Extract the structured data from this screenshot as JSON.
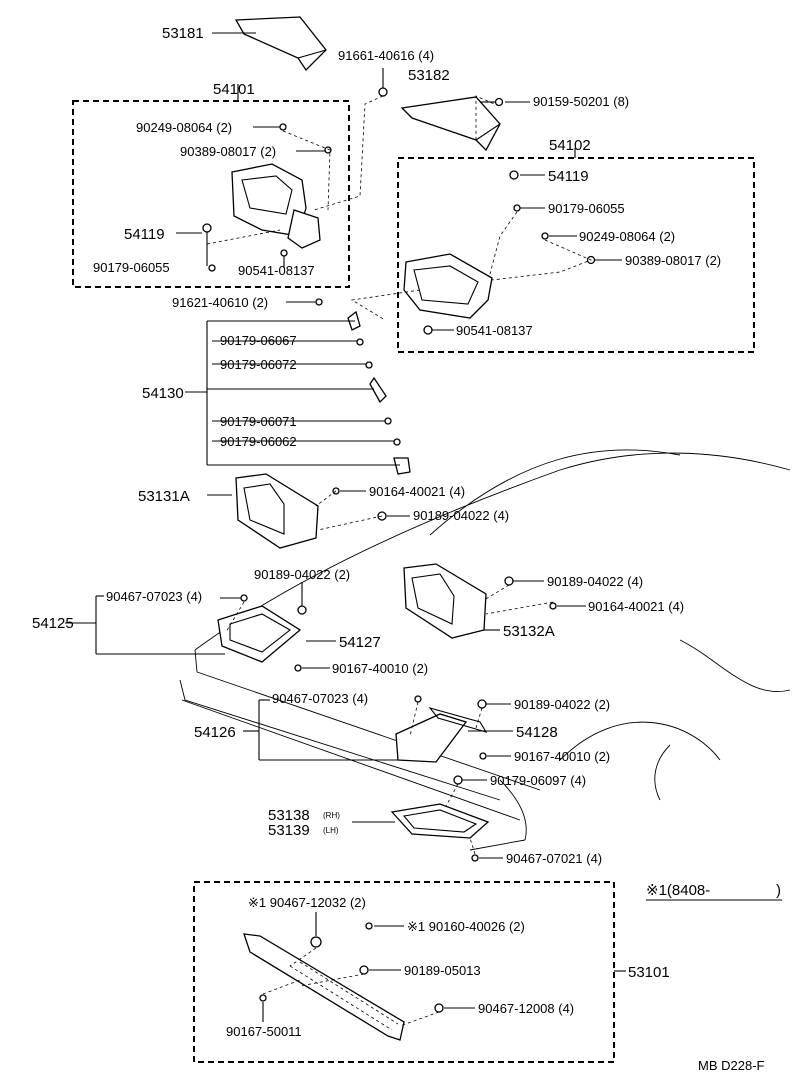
{
  "labels": {
    "p53181": "53181",
    "p91661": "91661-40616 (4)",
    "p53182": "53182",
    "p90159": "90159-50201 (8)",
    "p54101": "54101",
    "p90249a": "90249-08064 (2)",
    "p90389a": "90389-08017 (2)",
    "p54119a": "54119",
    "p90179_06055a": "90179-06055",
    "p90541a": "90541-08137",
    "p54102": "54102",
    "p54119b": "54119",
    "p90179_06055b": "90179-06055",
    "p90249b": "90249-08064 (2)",
    "p90389b": "90389-08017 (2)",
    "p90541b": "90541-08137",
    "p91621": "91621-40610 (2)",
    "p90179_06067": "90179-06067",
    "p90179_06072": "90179-06072",
    "p54130": "54130",
    "p90179_06071": "90179-06071",
    "p90179_06062": "90179-06062",
    "p53131A": "53131A",
    "p90164a": "90164-40021 (4)",
    "p90189a": "90189-04022 (4)",
    "p90467_07023a": "90467-07023 (4)",
    "p90189b": "90189-04022 (2)",
    "p54125": "54125",
    "p54127": "54127",
    "p90189c": "90189-04022 (4)",
    "p90164b": "90164-40021 (4)",
    "p53132A": "53132A",
    "p90167a": "90167-40010 (2)",
    "p90467_07023b": "90467-07023 (4)",
    "p90189d": "90189-04022 (2)",
    "p54126": "54126",
    "p54128": "54128",
    "p90167b": "90167-40010 (2)",
    "p90179_06097": "90179-06097 (4)",
    "p53138": "53138",
    "p53138_side": "(RH)",
    "p53139": "53139",
    "p53139_side": "(LH)",
    "p90467_07021": "90467-07021 (4)",
    "p_date": "※1(8408-",
    "p_date_close": ")",
    "p90467_12032": "※1 90467-12032 (2)",
    "p90160": "※1 90160-40026 (2)",
    "p90189_05013": "90189-05013",
    "p90467_12008": "90467-12008 (4)",
    "p90167_50011": "90167-50011",
    "p53101": "53101",
    "p_ref": "MB  D228-F"
  }
}
